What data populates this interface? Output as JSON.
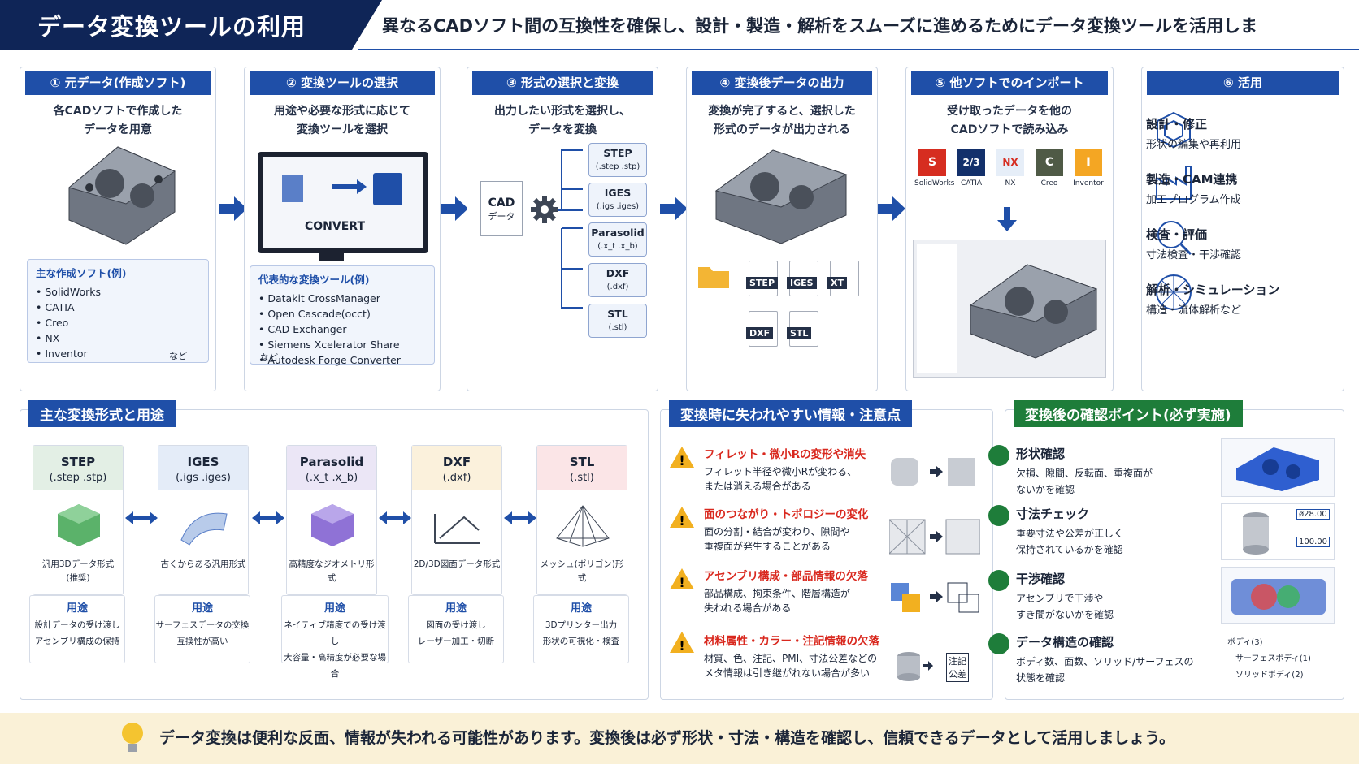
{
  "header": {
    "title": "データ変換ツールの利用",
    "subtitle": "異なるCADソフト間の互換性を確保し、設計・製造・解析をスムーズに進めるためにデータ変換ツールを活用しま"
  },
  "steps": [
    {
      "head": "① 元データ(作成ソフト)",
      "desc": "各CADソフトで作成した\nデータを用意"
    },
    {
      "head": "② 変換ツールの選択",
      "desc": "用途や必要な形式に応じて\n変換ツールを選択"
    },
    {
      "head": "③ 形式の選択と変換",
      "desc": "出力したい形式を選択し、\nデータを変換"
    },
    {
      "head": "④ 変換後データの出力",
      "desc": "変換が完了すると、選択した\n形式のデータが出力される"
    },
    {
      "head": "⑤ 他ソフトでのインポート",
      "desc": "受け取ったデータを他の\nCADソフトで読み込み"
    },
    {
      "head": "⑥ 活用",
      "desc": ""
    }
  ],
  "step1_list": {
    "title": "主な作成ソフト(例)",
    "items": [
      "SolidWorks",
      "CATIA",
      "Creo",
      "NX",
      "Inventor"
    ],
    "etc": "など"
  },
  "step2": {
    "convert": "CONVERT",
    "list_title": "代表的な変換ツール(例)",
    "items": [
      "Datakit CrossManager",
      "Open Cascade(occt)",
      "CAD Exchanger",
      "Siemens Xcelerator Share",
      "Autodesk Forge Converter"
    ],
    "etc": "など"
  },
  "step3": {
    "cad_label": "CAD",
    "data_label": "データ",
    "formats": [
      {
        "name": "STEP",
        "ext": "(.step .stp)"
      },
      {
        "name": "IGES",
        "ext": "(.igs .iges)"
      },
      {
        "name": "Parasolid",
        "ext": "(.x_t .x_b)"
      },
      {
        "name": "DXF",
        "ext": "(.dxf)"
      },
      {
        "name": "STL",
        "ext": "(.stl)"
      }
    ]
  },
  "step4": {
    "files": [
      "STEP",
      "IGES",
      "XT",
      "DXF",
      "STL"
    ]
  },
  "step5": {
    "apps": [
      {
        "logo": "S",
        "name": "SolidWorks"
      },
      {
        "logo": "2/3",
        "name": "CATIA"
      },
      {
        "logo": "NX",
        "name": "NX"
      },
      {
        "logo": "C",
        "name": "Creo"
      },
      {
        "logo": "I",
        "name": "Inventor"
      }
    ]
  },
  "step6": [
    {
      "title": "設計・修正",
      "desc": "形状の編集や再利用"
    },
    {
      "title": "製造・CAM連携",
      "desc": "加工プログラム作成"
    },
    {
      "title": "検査・評価",
      "desc": "寸法検査・干渉確認"
    },
    {
      "title": "解析・シミュレーション",
      "desc": "構造・流体解析など"
    }
  ],
  "formats_section": {
    "title": "主な変換形式と用途",
    "cards": [
      {
        "name": "STEP",
        "ext": "(.step .stp)",
        "desc": "汎用3Dデータ形式\n(推奨)",
        "use_label": "用途",
        "use": "設計データの受け渡し\nアセンブリ構成の保持"
      },
      {
        "name": "IGES",
        "ext": "(.igs .iges)",
        "desc": "古くからある汎用形式",
        "use_label": "用途",
        "use": "サーフェスデータの交換\n互換性が高い"
      },
      {
        "name": "Parasolid",
        "ext": "(.x_t .x_b)",
        "desc": "高精度なジオメトリ形式",
        "use_label": "用途",
        "use": "ネイティブ精度での受け渡し\n大容量・高精度が必要な場合"
      },
      {
        "name": "DXF",
        "ext": "(.dxf)",
        "desc": "2D/3D図面データ形式",
        "use_label": "用途",
        "use": "図面の受け渡し\nレーザー加工・切断"
      },
      {
        "name": "STL",
        "ext": "(.stl)",
        "desc": "メッシュ(ポリゴン)形式",
        "use_label": "用途",
        "use": "3Dプリンター出力\n形状の可視化・検査"
      }
    ]
  },
  "warnings": {
    "title": "変換時に失われやすい情報・注意点",
    "items": [
      {
        "title": "フィレット・微小Rの変形や消失",
        "desc": "フィレット半径や微小Rが変わる、\nまたは消える場合がある"
      },
      {
        "title": "面のつながり・トポロジーの変化",
        "desc": "面の分割・結合が変わり、隙間や\n重複面が発生することがある"
      },
      {
        "title": "アセンブリ構成・部品情報の欠落",
        "desc": "部品構成、拘束条件、階層構造が\n失われる場合がある"
      },
      {
        "title": "材料属性・カラー・注記情報の欠落",
        "desc": "材質、色、注記、PMI、寸法公差などの\nメタ情報は引き継がれない場合が多い"
      }
    ],
    "note_label1": "注記",
    "note_label2": "公差"
  },
  "checks": {
    "title": "変換後の確認ポイント(必ず実施)",
    "items": [
      {
        "title": "形状確認",
        "desc": "欠損、隙間、反転面、重複面が\nないかを確認"
      },
      {
        "title": "寸法チェック",
        "desc": "重要寸法や公差が正しく\n保持されているかを確認"
      },
      {
        "title": "干渉確認",
        "desc": "アセンブリで干渉や\nすき間がないかを確認"
      },
      {
        "title": "データ構造の確認",
        "desc": "ボディ数、面数、ソリッド/サーフェスの\n状態を確認"
      }
    ],
    "dim1": "ø28.00",
    "dim2": "100.00",
    "tree": [
      "ボディ(3)",
      "サーフェスボディ(1)",
      "ソリッドボディ(2)"
    ]
  },
  "footer": {
    "text": "データ変換は便利な反面、情報が失われる可能性があります。変換後は必ず形状・寸法・構造を確認し、信頼できるデータとして活用しましょう。"
  },
  "colors": {
    "navy": "#0f2557",
    "blue": "#1f4fa8",
    "red": "#d9281e",
    "green": "#1e7d3a",
    "footer": "#faf1d7"
  }
}
